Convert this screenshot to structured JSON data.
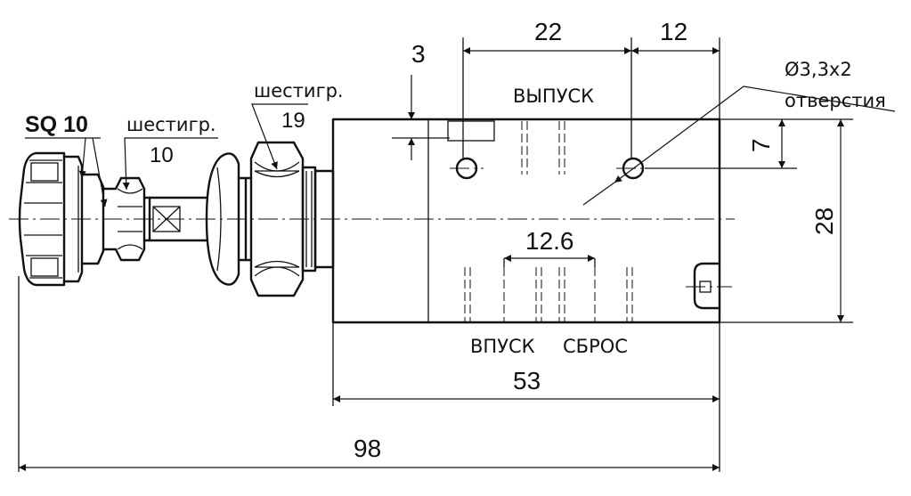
{
  "labels": {
    "knob": "SQ 10",
    "hex_small_line1": "шестигр.",
    "hex_small_line2": "10",
    "hex_big_line1": "шестигр.",
    "hex_big_line2": "19",
    "exhaust_top": "ВЫПУСК",
    "inlet": "ВПУСК",
    "reset": "СБРОС",
    "holes_line1": "Ø3,3x2",
    "holes_line2": "отверстия"
  },
  "dimensions": {
    "step_height": "3",
    "hole_pitch": "22",
    "hole_edge": "12",
    "hole_offset": "7",
    "port_spacing": "12.6",
    "body_height": "28",
    "body_length": "53",
    "total_length": "98"
  }
}
